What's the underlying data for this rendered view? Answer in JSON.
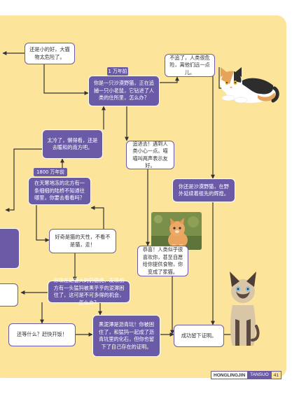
{
  "boxes": {
    "b1": "还是小的好，大猫物太危险了。",
    "b2": "不追了，人类很危险，离他们远一点儿。",
    "b3": "你是一只沙漠野猫，正在追捕一只小老鼠，它钻进了人类的住所里，怎么办？",
    "b4": "太冷了，懒得看，还是去暖和的南方吧。",
    "b5": "追进去！遇到人类小心一点。喵喵叫两声表示友好。",
    "b6": "在天寒地冻的北方有一条细细的陆桥不知通往哪里，你要去看看吗？",
    "b7": "你还是沙漠野猫，在野外延续着祖先的辉煌。",
    "b8": "好奇是猫的天性，不看不是猫，走！",
    "b9": "恭喜！人类似乎很喜欢你，甚至自愿给你提供食物，你变成了家猫。",
    "b10": "你现在是猫大的仍徳虎，发现前方有一头猛犸被黑乎乎的泥潭困住了，这可是不可多得的机会，怎么办？",
    "b11": "还等什么？赶快开饭！",
    "b12": "黑泥潭是沥青坑！你被困住了，和猛犸一起成了沥青坑里的化石，但你也留下了自己存在的证明。",
    "b13": "成功留下证明。"
  },
  "tags": {
    "t1": "1 万年前",
    "t2": "1800 万年前"
  },
  "footer": {
    "brand": "HONGLINGJIN",
    "section": "TANSUO",
    "page_number": "41"
  },
  "colors": {
    "panel": "#fce49b",
    "accent": "#6b5aa6",
    "box_fill": "#ffffff"
  }
}
